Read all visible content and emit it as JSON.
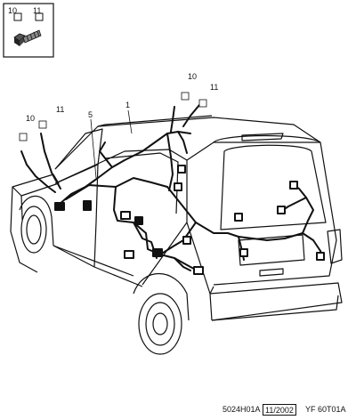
{
  "inset": {
    "label_left": "10",
    "label_right": "11"
  },
  "callouts": [
    {
      "id": "1",
      "text": "1"
    },
    {
      "id": "5",
      "text": "5"
    },
    {
      "id": "10a",
      "text": "10"
    },
    {
      "id": "11a",
      "text": "11"
    },
    {
      "id": "10b",
      "text": "10"
    },
    {
      "id": "11b",
      "text": "11"
    }
  ],
  "footer": {
    "ref": "5024H01A",
    "date": "11/2002",
    "code": "YF 60T01A"
  }
}
